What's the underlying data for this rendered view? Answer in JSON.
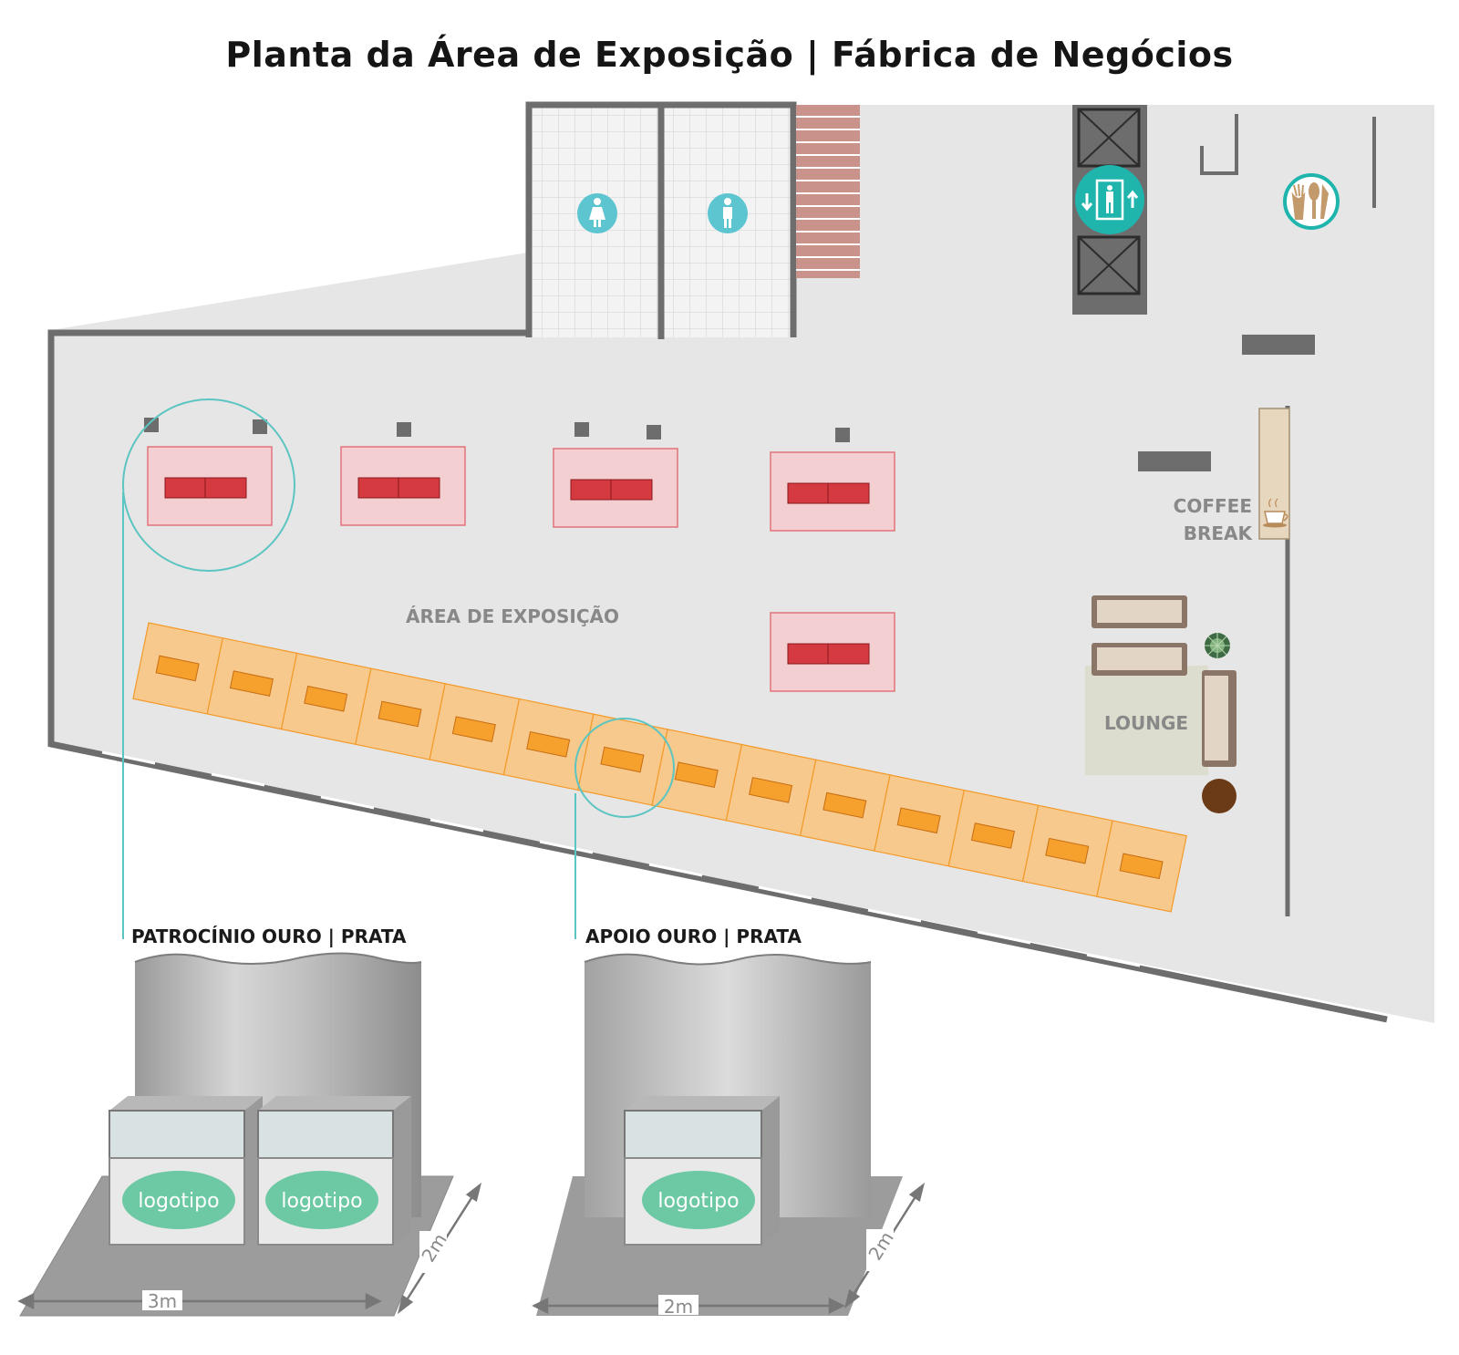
{
  "title": "Planta da Área de Exposição | Fábrica de Negócios",
  "labels": {
    "exhibition_area": "ÁREA DE EXPOSIÇÃO",
    "coffee_line1": "COFFEE",
    "coffee_line2": "BREAK",
    "lounge": "LOUNGE"
  },
  "booths": {
    "sponsor": {
      "title": "PATROCÍNIO OURO | PRATA",
      "logo1": "logotipo",
      "logo2": "logotipo",
      "width": "3m",
      "depth": "2m"
    },
    "support": {
      "title": "APOIO OURO | PRATA",
      "logo": "logotipo",
      "width": "2m",
      "depth": "2m"
    }
  },
  "icons": [
    "female-restroom-icon",
    "male-restroom-icon",
    "elevator-icon",
    "restaurant-icon",
    "coffee-cup-icon"
  ],
  "colors": {
    "floor": "#e6e6e6",
    "wall": "#6d6d6d",
    "teal": "#1fb5ad",
    "sponsor_booth": "#f3cfd2",
    "sponsor_table": "#d43a3f",
    "support_booth": "#f7c98c",
    "support_table": "#f6a02d",
    "logo_oval": "#6cc9a4"
  }
}
